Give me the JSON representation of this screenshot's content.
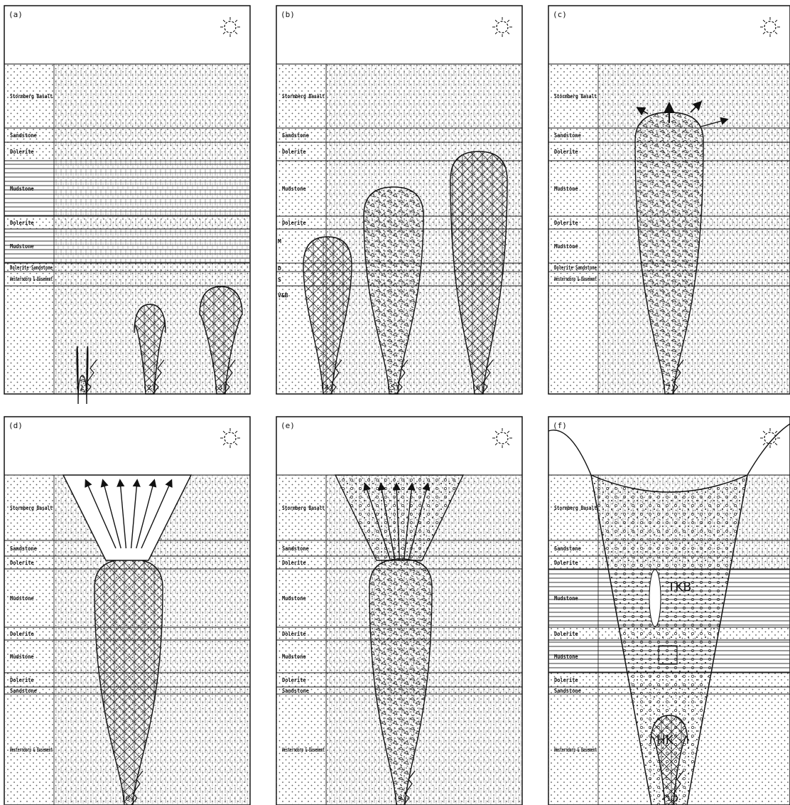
{
  "panels": [
    {
      "letter": "(a)",
      "layers": [
        "Stormberg Basalt",
        "Sandstone",
        "Dolerite",
        "Mudstone",
        "Dolerite",
        "Mudstone",
        "Dolerite Sandstone",
        "Westerndorp & Basement"
      ],
      "pipes": [
        "(1)",
        "(2)",
        "(3)"
      ]
    },
    {
      "letter": "(b)",
      "layers": [
        "Stormberg Basalt",
        "Sandstone",
        "Dolerite",
        "Mudstone",
        "Dolerite"
      ],
      "side_letters": [
        "M",
        "D",
        "S",
        "V&B"
      ],
      "pipes": [
        "(4)",
        "(5)",
        "(6)"
      ]
    },
    {
      "letter": "(c)",
      "layers": [
        "Stormberg Basalt",
        "Sandstone",
        "Dolerite",
        "Mudstone",
        "Dolerite",
        "Mudstone",
        "Dolerite Sandstone",
        "Westerndorp & Basement"
      ],
      "pipes": [
        "(7)"
      ]
    },
    {
      "letter": "(d)",
      "layers": [
        "Stormberg Basalt",
        "Sandstone",
        "Dolerite",
        "Mudstone",
        "Dolerite",
        "Mudstone",
        "Dolerite",
        "Sandstone",
        "Westerndorp & Basement"
      ],
      "pipes": [
        "(8)"
      ]
    },
    {
      "letter": "(e)",
      "layers": [
        "Stormberg Basalt",
        "Sandstone",
        "Dolerite",
        "Mudstone",
        "Dolerite",
        "Mudstone",
        "Dolerite",
        "Sandstone",
        "Westerndorp & Basement"
      ],
      "pipes": [
        "(9)"
      ]
    },
    {
      "letter": "(f)",
      "layers": [
        "Stormberg Basalt",
        "Sandstone",
        "Dolerite",
        "Mudstone",
        "Dolerite",
        "Mudstone",
        "Dolerite",
        "Sandstone",
        "Westerndorp & Basement"
      ],
      "pipes": [
        "(10)"
      ],
      "annotations": [
        "TKB",
        "HK"
      ]
    }
  ],
  "icons": {
    "sun": "sun-icon",
    "eruption": "arrow-up-icon"
  },
  "colors": {
    "ink": "#111111",
    "paper": "#ffffff",
    "dots": "#555555"
  }
}
